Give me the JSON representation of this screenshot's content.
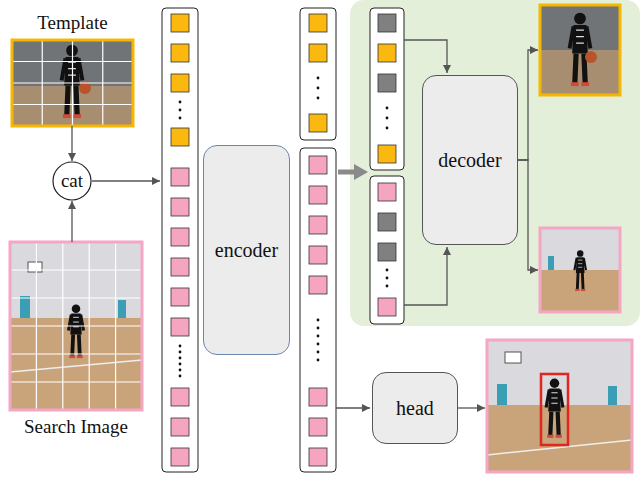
{
  "diagram": {
    "nodes": [
      {
        "text": [
          "Template"
        ]
      },
      {
        "text": [
          "Search Image"
        ]
      },
      {
        "text": [
          "cat"
        ]
      },
      {
        "text": [
          "encoder"
        ]
      },
      {
        "text": [
          "decoder"
        ]
      },
      {
        "text": [
          "head"
        ]
      }
    ],
    "edges": [
      {
        "from": 0,
        "to": 2,
        "arrow": "to"
      },
      {
        "from": 1,
        "to": 2,
        "arrow": "to"
      }
    ]
  }
}
